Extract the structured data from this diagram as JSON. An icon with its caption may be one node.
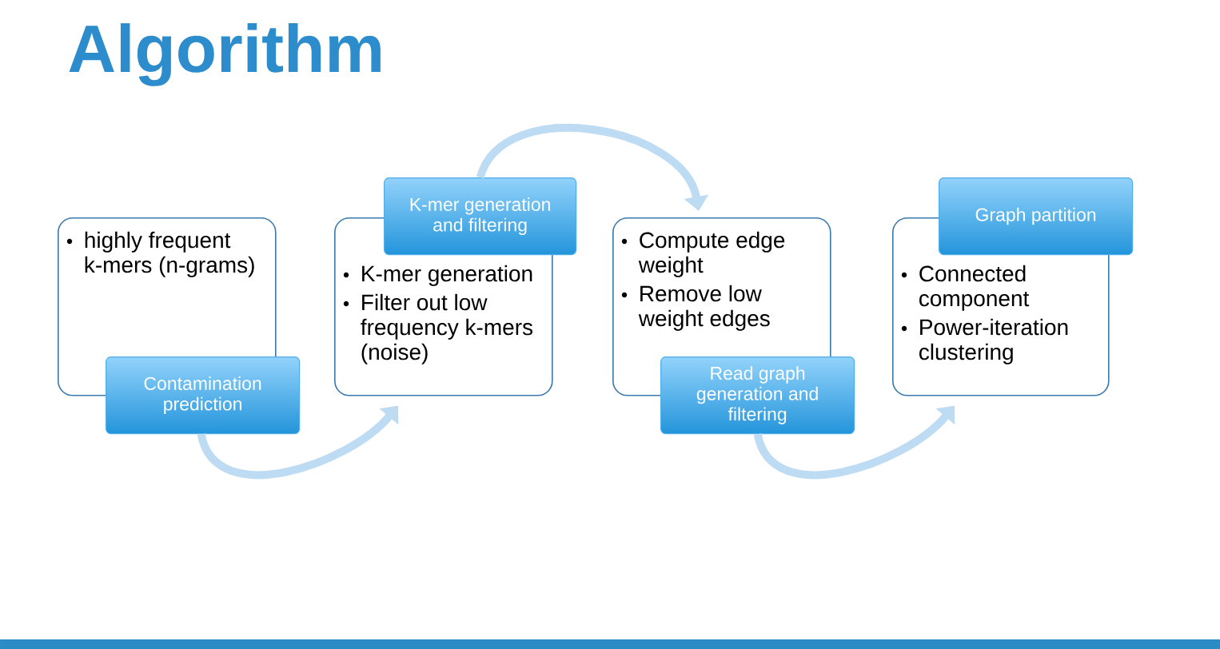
{
  "diagram": {
    "title": "Algorithm",
    "nodes": [
      {
        "text": [
          "highly frequent k-mers (n-grams)"
        ]
      },
      {
        "text": [
          "Contamination prediction"
        ]
      },
      {
        "text": [
          "K-mer generation and filtering"
        ]
      },
      {
        "text": [
          "K-mer generation",
          "Filter out low frequency k-mers (noise)"
        ]
      },
      {
        "text": [
          "Compute edge weight",
          "Remove low weight edges"
        ]
      },
      {
        "text": [
          "Read graph generation and filtering"
        ]
      },
      {
        "text": [
          "Graph partition"
        ]
      },
      {
        "text": [
          "Connected component",
          "Power-iteration clustering"
        ]
      }
    ],
    "edges": [
      {
        "from": 1,
        "to": 3,
        "arrow": "to"
      },
      {
        "from": 2,
        "to": 4,
        "arrow": "to"
      },
      {
        "from": 5,
        "to": 7,
        "arrow": "to"
      }
    ]
  }
}
